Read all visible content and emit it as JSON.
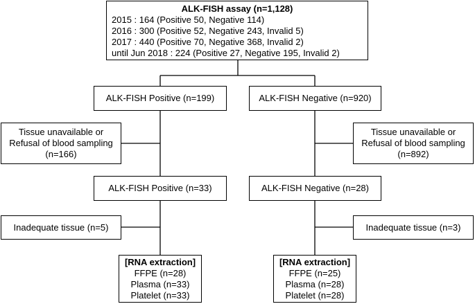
{
  "assay": {
    "title": "ALK-FISH assay (n=1,128)",
    "years": [
      "2015 : 164 (Positive 50, Negative 114)",
      "2016 : 300 (Positive 52, Negative 243, Invalid 5)",
      "2017 : 440 (Positive 70, Negative 368, Invalid 2)",
      "until Jun 2018 : 224 (Positive 27, Negative 195, Invalid 2)"
    ]
  },
  "left": {
    "group1": "ALK-FISH Positive (n=199)",
    "exclusion1": [
      "Tissue unavailable or",
      "Refusal of blood sampling",
      "(n=166)"
    ],
    "group2": "ALK-FISH Positive (n=33)",
    "exclusion2": "Inadequate tissue (n=5)",
    "rna": {
      "title": "[RNA extraction]",
      "items": [
        "FFPE (n=28)",
        "Plasma (n=33)",
        "Platelet (n=33)"
      ]
    }
  },
  "right": {
    "group1": "ALK-FISH Negative (n=920)",
    "exclusion1": [
      "Tissue unavailable or",
      "Refusal of blood sampling",
      "(n=892)"
    ],
    "group2": "ALK-FISH Negative (n=28)",
    "exclusion2": "Inadequate tissue (n=3)",
    "rna": {
      "title": "[RNA extraction]",
      "items": [
        "FFPE (n=25)",
        "Plasma (n=28)",
        "Platelet (n=28)"
      ]
    }
  }
}
